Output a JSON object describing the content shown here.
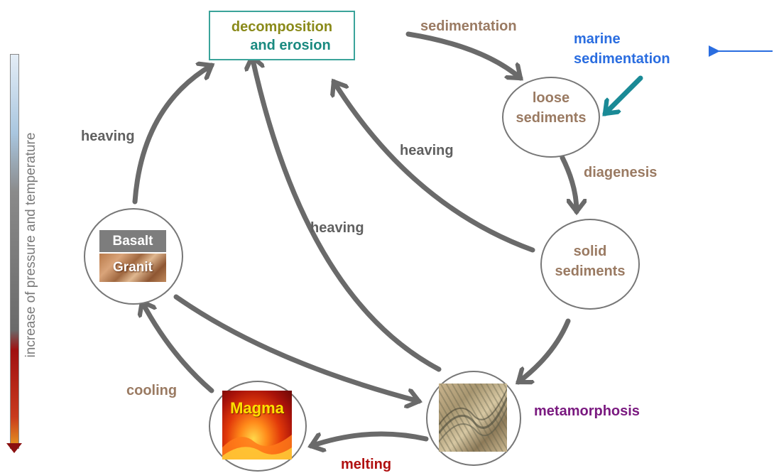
{
  "axis": {
    "label": "increase of pressure and temperature"
  },
  "box": {
    "line1": "decomposition",
    "line2": "and erosion",
    "line1_color": "#8a8a1a",
    "line2_color": "#1a8a80"
  },
  "nodes": {
    "loose": {
      "line1": "loose",
      "line2": "sediments"
    },
    "solid": {
      "line1": "solid",
      "line2": "sediments"
    },
    "basalt": "Basalt",
    "granit": "Granit",
    "magma": "Magma"
  },
  "processes": {
    "sedimentation": "sedimentation",
    "marine_line1": "marine",
    "marine_line2": "sedimentation",
    "diagenesis": "diagenesis",
    "heaving_left": "heaving",
    "heaving_middle": "heaving",
    "heaving_right": "heaving",
    "metamorphosis": "metamorphosis",
    "cooling": "cooling",
    "melting": "melting"
  },
  "colors": {
    "brown": "#9a7a62",
    "gray": "#606060",
    "blue": "#2a6de0",
    "purple": "#7a1a80",
    "red": "#b01010",
    "teal_arrow": "#1a8a96",
    "arrow": "#6a6a6a"
  }
}
